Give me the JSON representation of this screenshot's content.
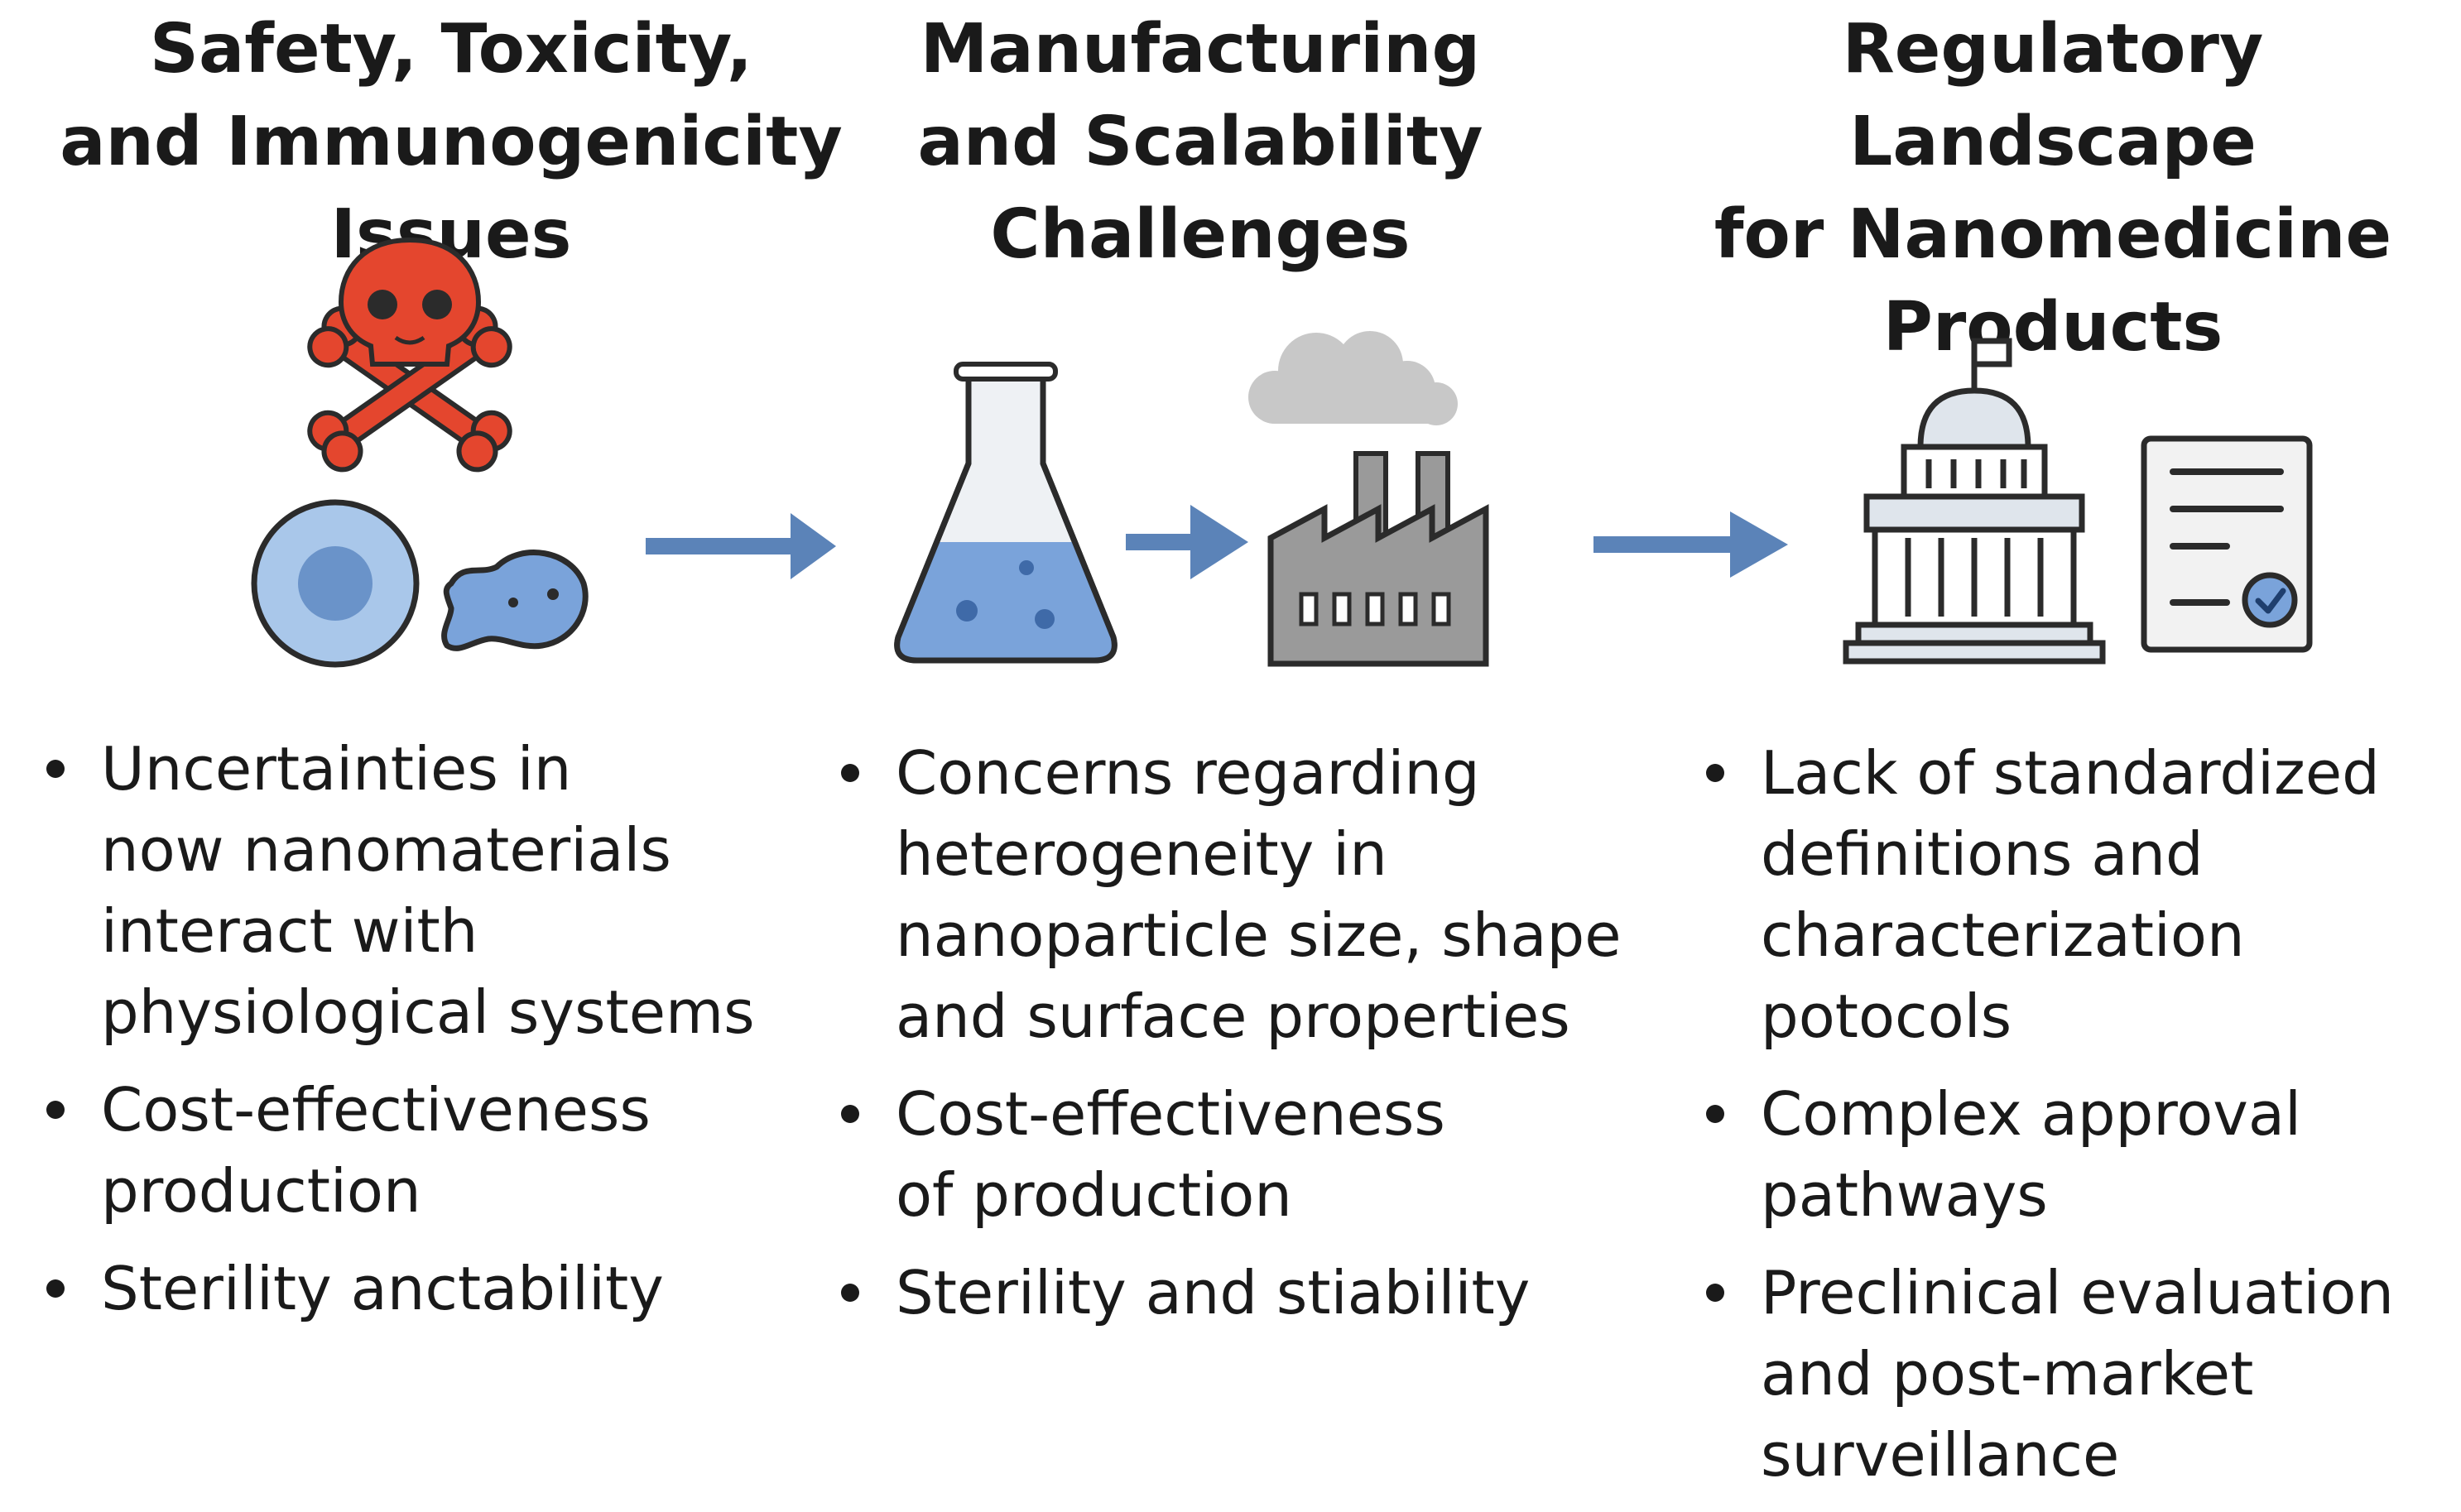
{
  "columns": [
    {
      "title": "Safety, Toxicity,\nand Immunogenicity Issues",
      "bullets": [
        "Uncertainties in\nnow nanomaterials\ninteract with\nphysiological systems",
        "Cost-effectiveness\nproduction",
        "Sterility anctability"
      ]
    },
    {
      "title": "Manufacturing\nand Scalability\nChallenges",
      "bullets": [
        "Concerns regarding\nheterogeneity in\nnanoparticle size, shape\nand surface properties",
        "Cost-effectiveness\nof production",
        "Sterility and stiability"
      ]
    },
    {
      "title": "Regulatory Landscape\nfor Nanomedicine\nProducts",
      "bullets": [
        "Lack of standardized\ndefinitions and\ncharacterization potocols",
        "Complex approval\npathways",
        "Preclinical evaluation\nand post-market\nsurveillance"
      ]
    }
  ],
  "colors": {
    "accent_blue": "#5b83b8",
    "skull_red": "#e4462e",
    "cell_blue": "#a9c7ea",
    "factory_gray": "#9a9a9a",
    "outline": "#2b2b2b"
  },
  "icons": [
    "skull-crossbones-icon",
    "cell-icon",
    "bacterium-icon",
    "flask-icon",
    "factory-icon",
    "government-building-icon",
    "certificate-document-icon",
    "arrow-right-icon"
  ]
}
